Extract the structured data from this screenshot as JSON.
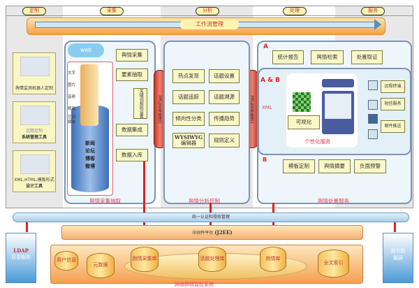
{
  "columns": [
    "定制",
    "采集",
    "分析",
    "处理",
    "服务"
  ],
  "workflow": "工作流管理",
  "tools": [
    {
      "title": "舆情监测机器人定制",
      "sub": ""
    },
    {
      "title": "话题定制",
      "sub": "系统管理工具"
    },
    {
      "title": "XML,HTML,模板形式",
      "sub": "设计工具"
    }
  ],
  "collection": {
    "web": "web",
    "media_types": [
      "文字",
      "图片",
      "音频",
      "视频",
      "互动媒体"
    ],
    "sources": "新闻 论坛 博客 微博",
    "steps": [
      "舆情采集",
      "要素抽取",
      "数据集成",
      "数据入库"
    ],
    "keyword_rules": "关键词规则设置",
    "label": "舆情采集抽取"
  },
  "xml_interface": "XML信息传输接口",
  "xml": "XML",
  "analysis": {
    "items": [
      "热点发现",
      "话题设置",
      "话题追踪",
      "话题溯源",
      "倾向性分类",
      "传播趋势",
      "WYSIWYG",
      "规则定义"
    ],
    "wysiwyg_sub": "编辑器",
    "label": "舆情分析控制"
  },
  "processing": {
    "a": "A",
    "ab": "A & B",
    "b": "B",
    "a_items": [
      "统计报告",
      "舆情检索",
      "处置取证"
    ],
    "visualize": "可视化",
    "personal": "个性化服务",
    "channels": [
      "远程终端",
      "短信服务",
      "邮件推送"
    ],
    "b_items": [
      "模板定制",
      "舆情摘要",
      "负面预警"
    ],
    "label": "舆情处置服务"
  },
  "auth": "统一认证和授权管理",
  "middleware": {
    "name": "中间件平台",
    "tech": "(J2EE)"
  },
  "ldap": {
    "title": "LDAP",
    "sub": "目录服务"
  },
  "other_source": "其它数据源",
  "stores": [
    "用户信息",
    "元数据",
    "舆情采集库",
    "话题处理库",
    "舆情库",
    "全文索引"
  ],
  "system_label": "网络舆情监控系统"
}
